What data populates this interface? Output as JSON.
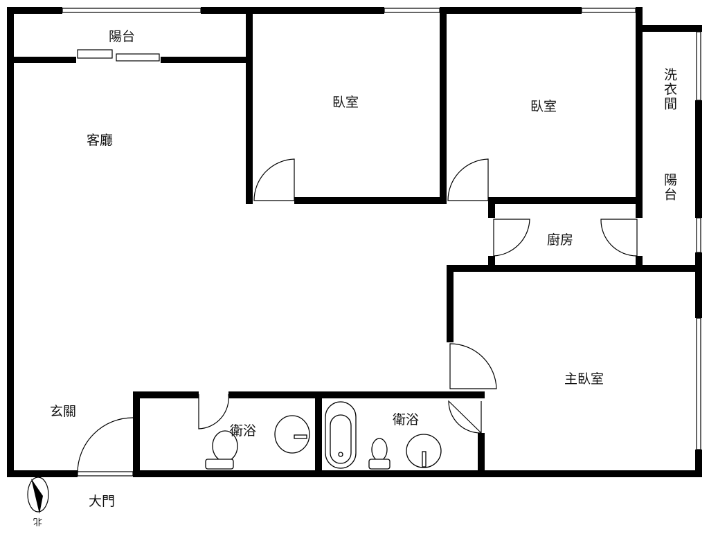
{
  "rooms": {
    "balcony_top": "陽台",
    "living_room": "客廳",
    "bedroom_1": "臥室",
    "bedroom_2": "臥室",
    "laundry": "洗衣間",
    "balcony_side": "陽台",
    "kitchen": "廚房",
    "master_bedroom": "主臥室",
    "foyer": "玄關",
    "bathroom_1": "衛浴",
    "bathroom_2": "衛浴",
    "main_door": "大門"
  },
  "compass": {
    "north_label": "北"
  },
  "colors": {
    "wall": "#000000",
    "background": "#ffffff"
  }
}
